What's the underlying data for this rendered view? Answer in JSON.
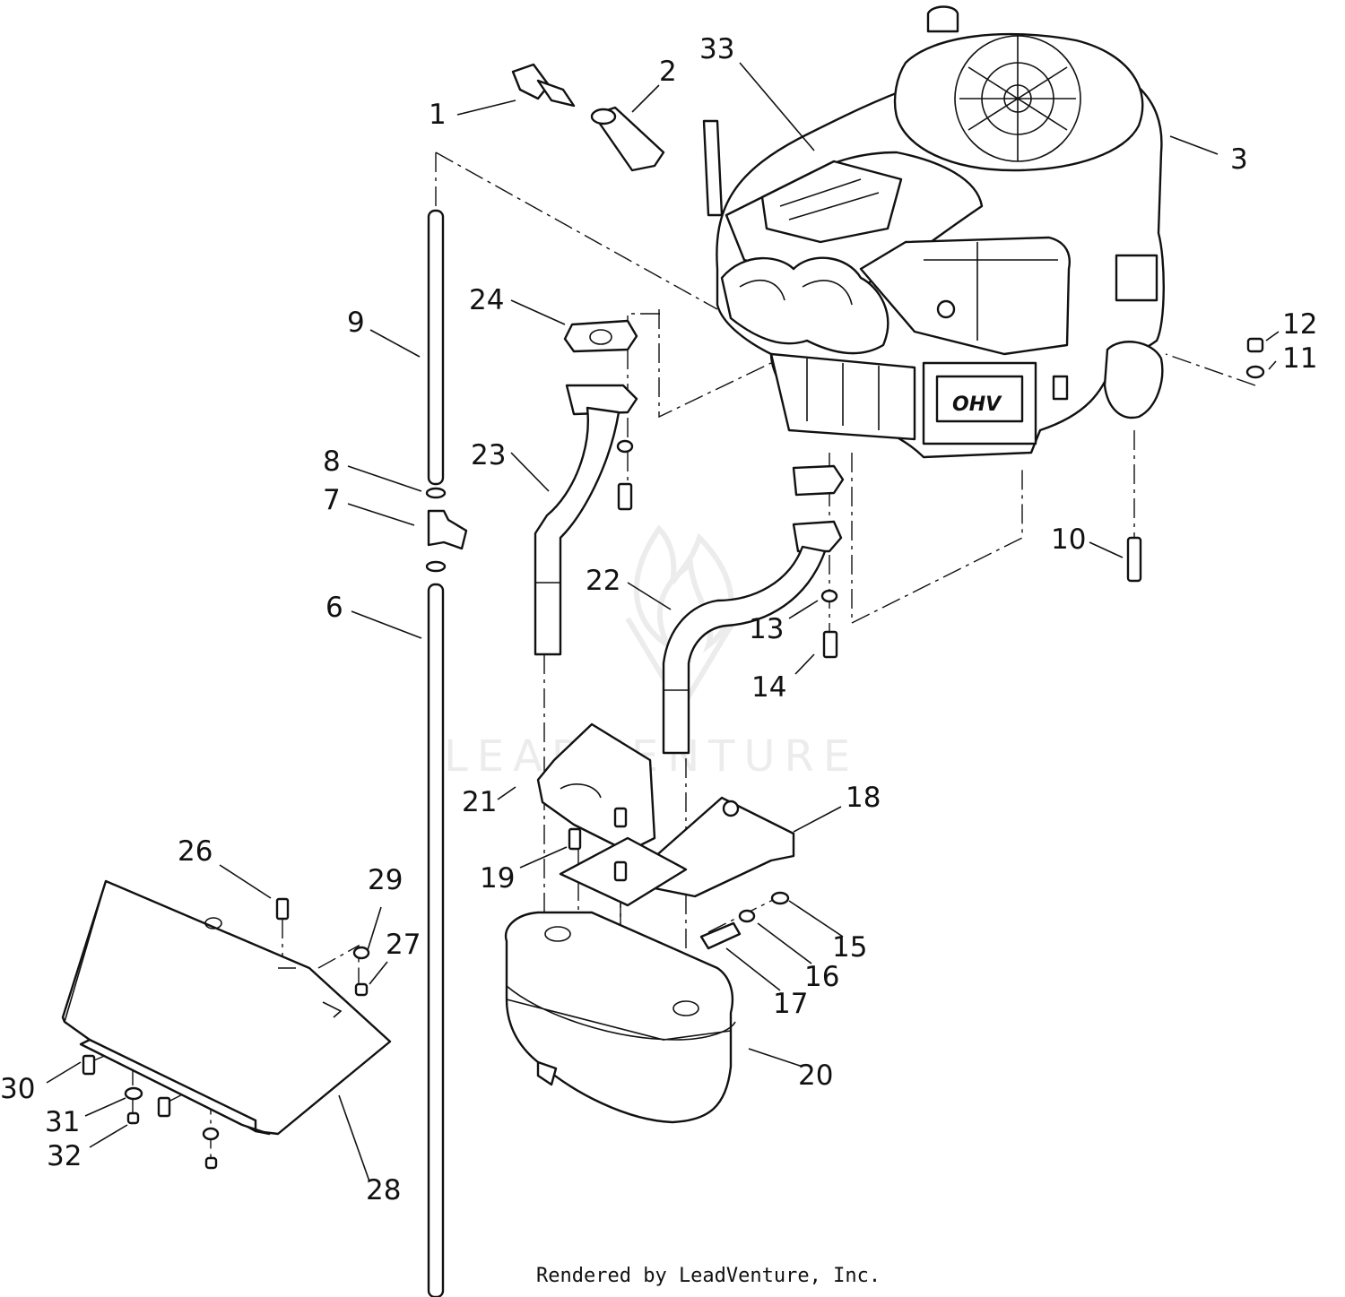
{
  "callouts": [
    "1",
    "2",
    "3",
    "6",
    "7",
    "8",
    "9",
    "10",
    "11",
    "12",
    "13",
    "14",
    "15",
    "16",
    "17",
    "18",
    "19",
    "20",
    "21",
    "22",
    "23",
    "24",
    "26",
    "27",
    "28",
    "29",
    "30",
    "31",
    "32",
    "33"
  ],
  "engine_badge": "OHV",
  "watermark": "LEADVENTURE",
  "credit": "Rendered by LeadVenture, Inc."
}
